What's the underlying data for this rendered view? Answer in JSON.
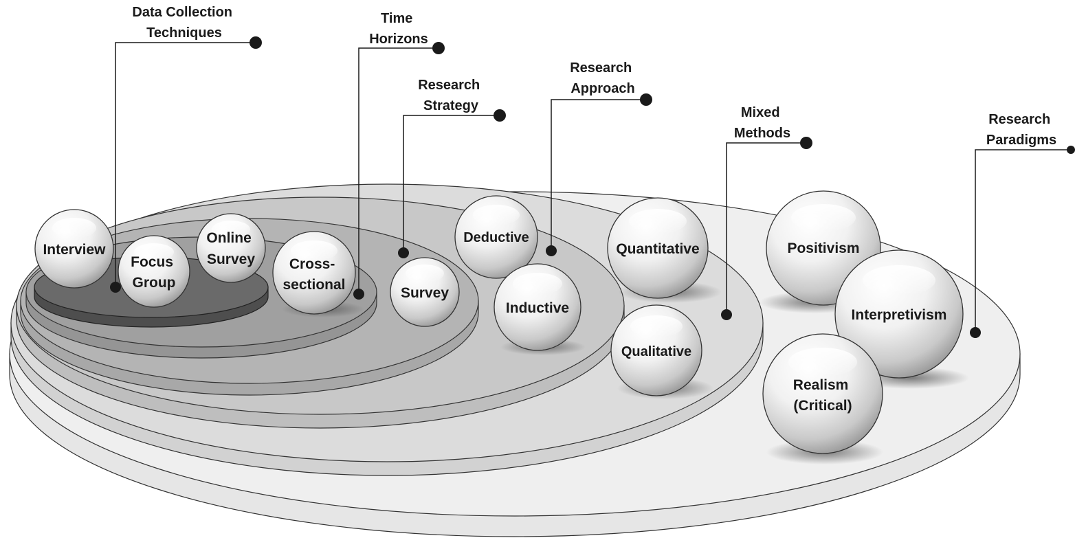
{
  "callouts": {
    "data_collection": [
      "Data Collection",
      "Techniques"
    ],
    "time_horizons": [
      "Time",
      "Horizons"
    ],
    "research_strategy": [
      "Research",
      "Strategy"
    ],
    "research_approach": [
      "Research",
      "Approach"
    ],
    "mixed_methods": [
      "Mixed",
      "Methods"
    ],
    "research_paradigms": [
      "Research",
      "Paradigms"
    ]
  },
  "spheres": {
    "interview": [
      "Interview"
    ],
    "focus_group": [
      "Focus",
      "Group"
    ],
    "online_survey": [
      "Online",
      "Survey"
    ],
    "cross_sectional": [
      "Cross-",
      "sectional"
    ],
    "survey": [
      "Survey"
    ],
    "deductive": [
      "Deductive"
    ],
    "inductive": [
      "Inductive"
    ],
    "quantitative": [
      "Quantitative"
    ],
    "qualitative": [
      "Qualitative"
    ],
    "positivism": [
      "Positivism"
    ],
    "interpretivism": [
      "Interpretivism"
    ],
    "realism": [
      "Realism",
      "(Critical)"
    ]
  },
  "colors": {
    "layer1": "#efefef",
    "layer2": "#dcdcdc",
    "layer3": "#c8c8c8",
    "layer4": "#b4b4b4",
    "layer5": "#a0a0a0",
    "layer6": "#6a6a6a",
    "line": "#1a1a1a"
  }
}
